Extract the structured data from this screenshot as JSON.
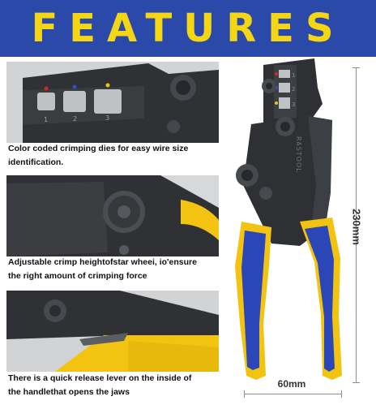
{
  "header": {
    "title": "FEATURES"
  },
  "features": [
    {
      "caption_line1": "Color coded crimping dies for easy wire size",
      "caption_line2": "identification.",
      "die_marks": [
        "1",
        "2",
        "3"
      ]
    },
    {
      "caption_line1": "Adjustable crimp heightofstar wheei, io'ensure",
      "caption_line2": "the right amount of crimping force"
    },
    {
      "caption_line1": "There is a quick release lever on the inside of",
      "caption_line2": "the handlethat opens the jaws"
    }
  ],
  "product": {
    "brand_text": "RASTOOL",
    "die_marks": [
      "1",
      "2",
      "3"
    ]
  },
  "dimensions": {
    "length": "230mm",
    "width": "60mm"
  },
  "colors": {
    "banner": "#2a49a8",
    "banner_text": "#f5d615",
    "handle_blue": "#2b46b6",
    "handle_yellow": "#f2c311",
    "steel": "#2e3033"
  }
}
